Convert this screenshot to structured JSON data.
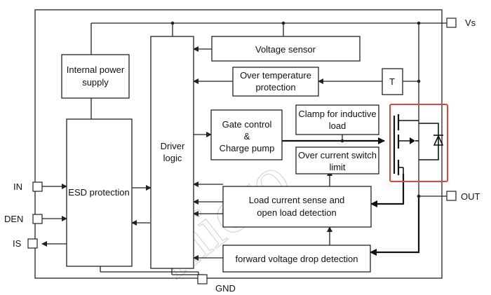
{
  "blocks": {
    "internal_power": [
      "Internal power",
      "supply"
    ],
    "esd": [
      "ESD protection"
    ],
    "driver": [
      "Driver",
      "logic"
    ],
    "voltage_sensor": [
      "Voltage sensor"
    ],
    "over_temp": [
      "Over temperature",
      "protection"
    ],
    "temp_sensor": [
      "T"
    ],
    "gate_control": [
      "Gate control",
      "&",
      "Charge pump"
    ],
    "clamp": [
      "Clamp for inductive",
      "load"
    ],
    "over_current": [
      "Over current switch",
      "limit"
    ],
    "load_sense": [
      "Load current sense and",
      "open load detection"
    ],
    "fwd_voltage": [
      "forward voltage drop detection"
    ]
  },
  "pins": {
    "vs": "Vs",
    "out": "OUT",
    "gnd": "GND",
    "in": "IN",
    "den": "DEN",
    "is": "IS"
  },
  "watermark": "micro",
  "colors": {
    "line": "#222222",
    "highlight": "#e0443a",
    "watermark": "#d6d6d6"
  }
}
